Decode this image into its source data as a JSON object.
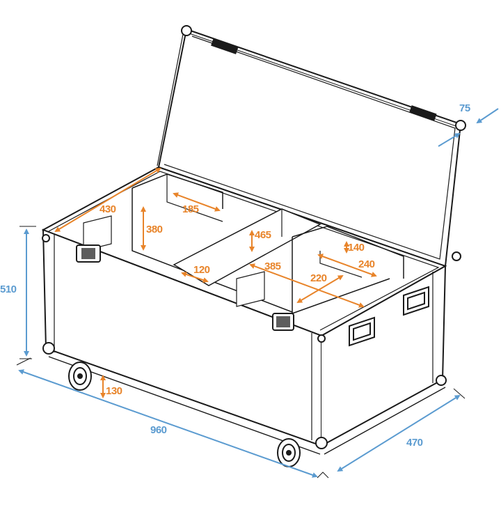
{
  "diagram": {
    "subject": "Flight case with open lid and internal compartments",
    "colors": {
      "outline": "#1a1a1a",
      "external_dimension": "#5b9bd0",
      "internal_dimension": "#e8842a",
      "background": "#ffffff"
    },
    "external_dimensions": {
      "height": "510",
      "length": "960",
      "depth": "470",
      "lid_thickness": "75"
    },
    "internal_dimensions": {
      "inner_depth": "430",
      "compartment_height": "380",
      "block_width": "185",
      "divider_height": "465",
      "divider_width": "120",
      "compartment_length": "385",
      "block_depth": "220",
      "block_length": "240",
      "block_height": "140",
      "wheel_height": "130"
    }
  }
}
